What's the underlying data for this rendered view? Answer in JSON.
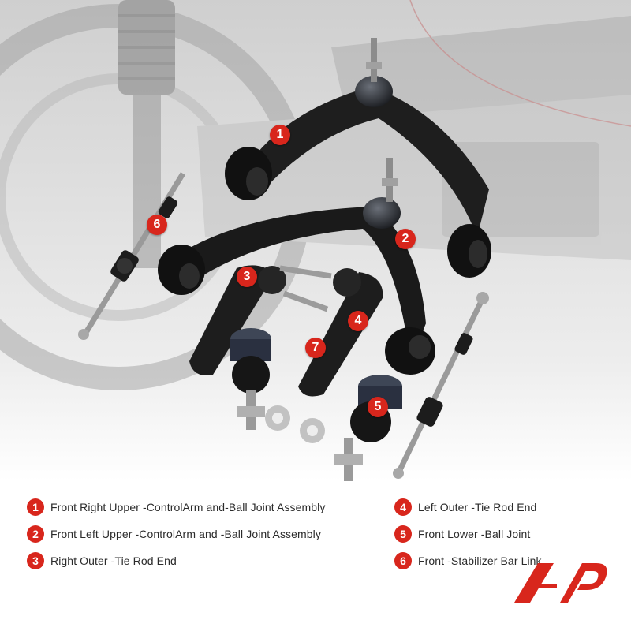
{
  "markers": [
    {
      "number": "1"
    },
    {
      "number": "2"
    },
    {
      "number": "3"
    },
    {
      "number": "4"
    },
    {
      "number": "5"
    },
    {
      "number": "6"
    },
    {
      "number": "7"
    }
  ],
  "legend": {
    "items": [
      {
        "number": "1",
        "label": "Front Right Upper -ControlArm and-Ball Joint Assembly"
      },
      {
        "number": "2",
        "label": "Front Left Upper -ControlArm and -Ball Joint Assembly"
      },
      {
        "number": "3",
        "label": "Right Outer -Tie Rod End"
      },
      {
        "number": "4",
        "label": "Left Outer -Tie Rod End"
      },
      {
        "number": "5",
        "label": "Front Lower -Ball Joint"
      },
      {
        "number": "6",
        "label": "Front -Stabilizer Bar Link"
      }
    ]
  },
  "colors": {
    "accent": "#d8261c",
    "part": "#1e1e1e",
    "background_photo": "#d9d9d9"
  },
  "logo": {
    "name": "brand-logo-icon"
  }
}
